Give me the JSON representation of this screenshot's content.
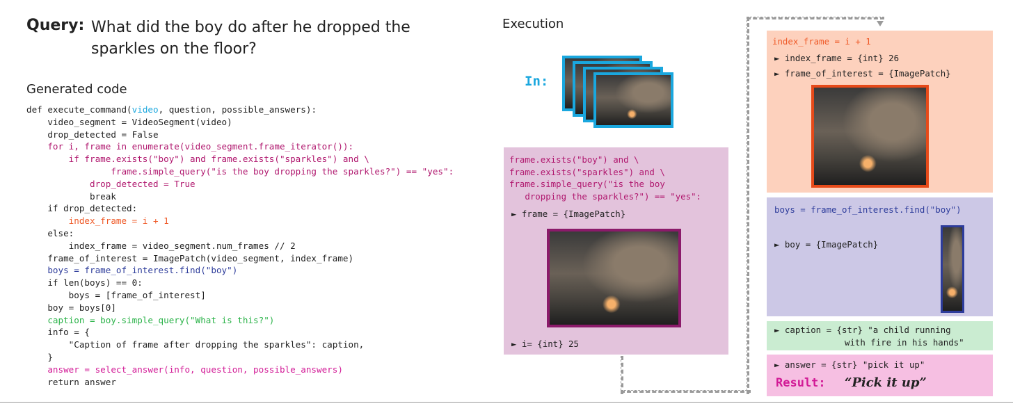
{
  "query": {
    "label": "Query:",
    "lines": [
      "What did the boy do after he dropped the",
      "sparkles on the floor?"
    ]
  },
  "generated_code_title": "Generated code",
  "code_lines": [
    [
      {
        "t": "def execute_command(",
        "c": "black"
      },
      {
        "t": "video",
        "c": "cyan"
      },
      {
        "t": ", question, possible_answers):",
        "c": "black"
      }
    ],
    [
      {
        "t": "    video_segment = VideoSegment(video)",
        "c": "black"
      }
    ],
    [
      {
        "t": "    drop_detected = False",
        "c": "black"
      }
    ],
    [
      {
        "t": "    for i, frame in enumerate(video_segment.frame_iterator()):",
        "c": "magenta"
      }
    ],
    [
      {
        "t": "        if frame.exists(\"boy\") and frame.exists(\"sparkles\") and \\",
        "c": "magenta"
      }
    ],
    [
      {
        "t": "                frame.simple_query(\"is the boy dropping the sparkles?\") == \"yes\":",
        "c": "magenta"
      }
    ],
    [
      {
        "t": "            drop_detected = True",
        "c": "magenta"
      }
    ],
    [
      {
        "t": "            break",
        "c": "black"
      }
    ],
    [
      {
        "t": "    if drop_detected:",
        "c": "black"
      }
    ],
    [
      {
        "t": "        index_frame = i + 1",
        "c": "orange"
      }
    ],
    [
      {
        "t": "    else:",
        "c": "black"
      }
    ],
    [
      {
        "t": "        index_frame = video_segment.num_frames // 2",
        "c": "black"
      }
    ],
    [
      {
        "t": "    frame_of_interest = ImagePatch(video_segment, index_frame)",
        "c": "black"
      }
    ],
    [
      {
        "t": "    boys = frame_of_interest.find(\"boy\")",
        "c": "blue"
      }
    ],
    [
      {
        "t": "    if len(boys) == 0:",
        "c": "black"
      }
    ],
    [
      {
        "t": "        boys = [frame_of_interest]",
        "c": "black"
      }
    ],
    [
      {
        "t": "    boy = boys[0]",
        "c": "black"
      }
    ],
    [
      {
        "t": "    caption = boy.simple_query(\"What is this?\")",
        "c": "green"
      }
    ],
    [
      {
        "t": "    info = {",
        "c": "black"
      }
    ],
    [
      {
        "t": "        \"Caption of frame after dropping the sparkles\": caption,",
        "c": "black"
      }
    ],
    [
      {
        "t": "    }",
        "c": "black"
      }
    ],
    [
      {
        "t": "    answer = select_answer(info, question, possible_answers)",
        "c": "pink"
      }
    ],
    [
      {
        "t": "    return answer",
        "c": "black"
      }
    ]
  ],
  "execution": {
    "title": "Execution",
    "in_label": "In:",
    "pink_panel": {
      "code_lines": [
        "frame.exists(\"boy\") and \\",
        "frame.exists(\"sparkles\") and \\",
        "frame.simple_query(\"is the boy",
        "   dropping the sparkles?\") == \"yes\":"
      ],
      "frame_var": "► frame = {ImagePatch}",
      "i_var": "► i= {int} 25"
    },
    "orange_panel": {
      "code": "index_frame = i + 1",
      "var1": "► index_frame = {int} 26",
      "var2": "► frame_of_interest = {ImagePatch}"
    },
    "purple_panel": {
      "code": "boys = frame_of_interest.find(\"boy\")",
      "var": "► boy = {ImagePatch}"
    },
    "green_panel": {
      "line1": "► caption = {str} \"a child running",
      "line2": "with fire in his hands\""
    },
    "answer_panel": {
      "var": "► answer = {str} \"pick it up\"",
      "result_label": "Result:",
      "result_value": "“Pick it up”"
    }
  },
  "colors": {
    "cyan": "#1aa7de",
    "magenta": "#b0176e",
    "orange": "#ef5a28",
    "blue": "#2d3c9b",
    "green": "#2cb34a",
    "pink": "#d21a96"
  },
  "icons": {
    "arrow": "dashed-arrow-icon"
  }
}
